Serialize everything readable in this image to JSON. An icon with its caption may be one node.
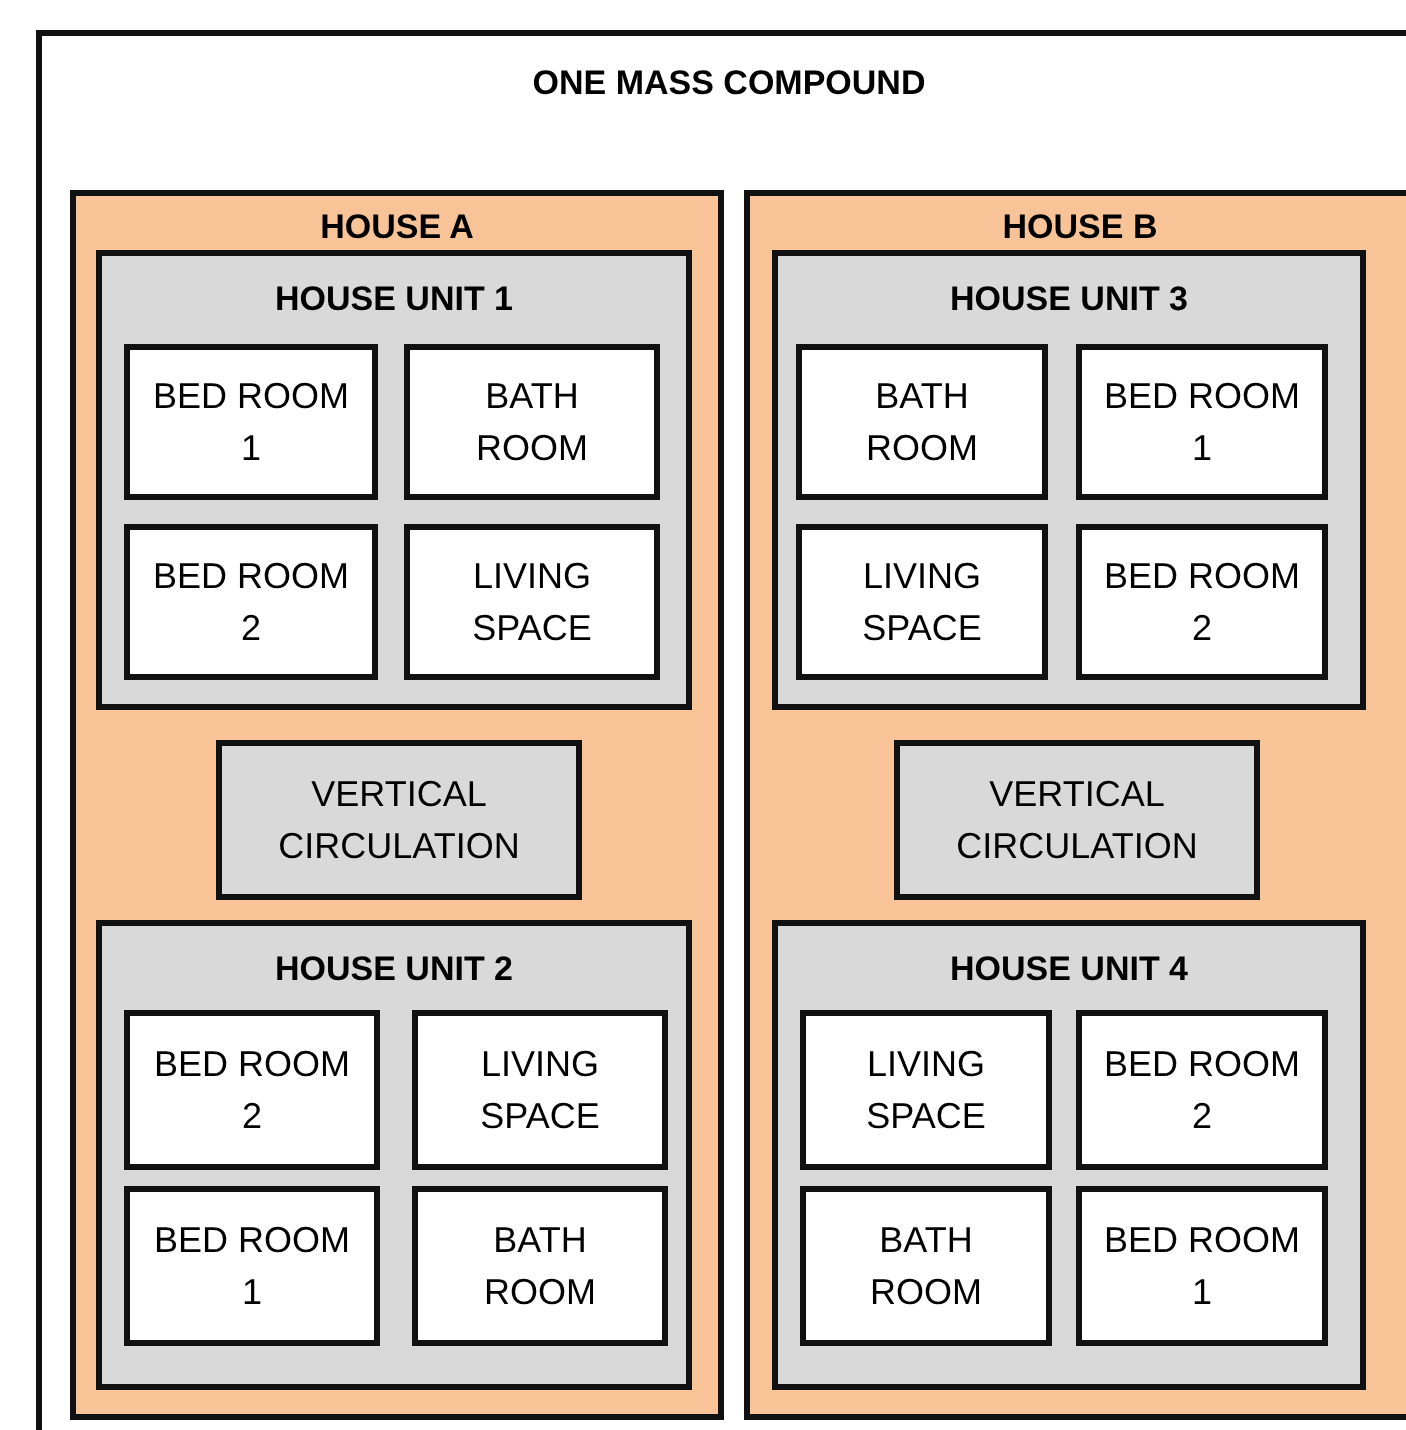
{
  "diagram": {
    "nodes": [
      {
        "text": [
          "ONE MASS COMPOUND"
        ]
      },
      {
        "text": [
          "HOUSE A"
        ],
        "in": 0
      },
      {
        "text": [
          "HOUSE UNIT 1"
        ],
        "in": 1
      },
      {
        "text": [
          "BED ROOM 1"
        ],
        "in": 2
      },
      {
        "text": [
          "BATH ROOM"
        ],
        "in": 2
      },
      {
        "text": [
          "BED ROOM 2"
        ],
        "in": 2
      },
      {
        "text": [
          "LIVING SPACE"
        ],
        "in": 2
      },
      {
        "text": [
          "VERTICAL CIRCULATION"
        ],
        "in": 1
      },
      {
        "text": [
          "HOUSE UNIT 2"
        ],
        "in": 1
      },
      {
        "text": [
          "BED ROOM 2"
        ],
        "in": 8
      },
      {
        "text": [
          "LIVING SPACE"
        ],
        "in": 8
      },
      {
        "text": [
          "BED ROOM 1"
        ],
        "in": 8
      },
      {
        "text": [
          "BATH ROOM"
        ],
        "in": 8
      },
      {
        "text": [
          "HOUSE B"
        ],
        "in": 0
      },
      {
        "text": [
          "HOUSE UNIT 3"
        ],
        "in": 13
      },
      {
        "text": [
          "BATH ROOM"
        ],
        "in": 14
      },
      {
        "text": [
          "BED ROOM 1"
        ],
        "in": 14
      },
      {
        "text": [
          "LIVING SPACE"
        ],
        "in": 14
      },
      {
        "text": [
          "BED ROOM 2"
        ],
        "in": 14
      },
      {
        "text": [
          "VERTICAL CIRCULATION"
        ],
        "in": 13
      },
      {
        "text": [
          "HOUSE UNIT 4"
        ],
        "in": 13
      },
      {
        "text": [
          "LIVING SPACE"
        ],
        "in": 20
      },
      {
        "text": [
          "BED ROOM 2"
        ],
        "in": 20
      },
      {
        "text": [
          "BATH ROOM"
        ],
        "in": 20
      },
      {
        "text": [
          "BED ROOM 1"
        ],
        "in": 20
      }
    ]
  }
}
